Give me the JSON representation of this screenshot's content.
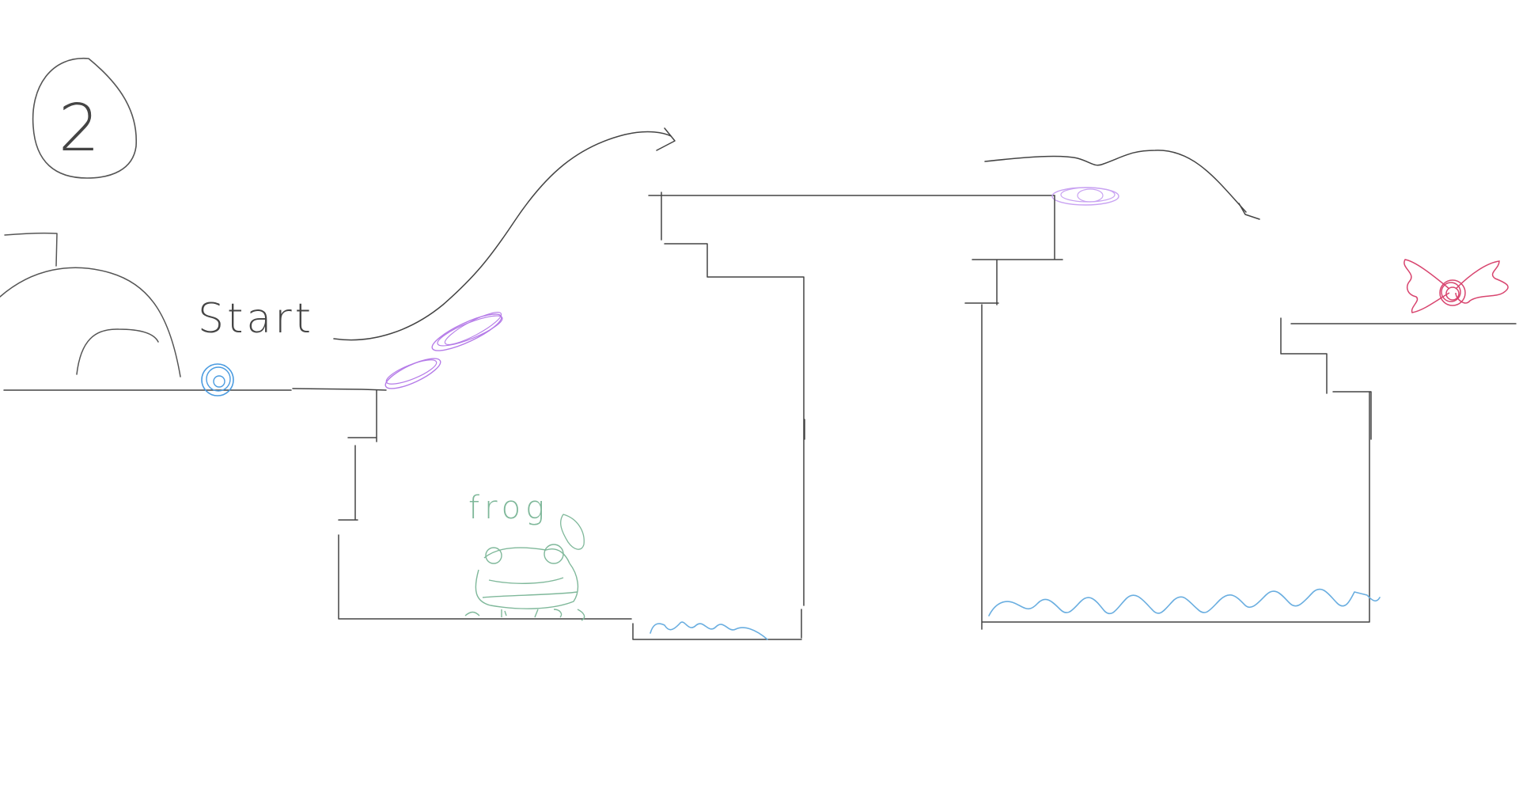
{
  "level": {
    "number": "2",
    "start_label": "Start",
    "enemy_label": "frog"
  },
  "colors": {
    "ink": "#555555",
    "structure": "#444444",
    "water": "#6aaee0",
    "platform_marker": "#b57be8",
    "player": "#4a9be0",
    "enemy": "#7fb89a",
    "goal": "#d8456f"
  },
  "icons": {
    "player": "blue-ball-icon",
    "enemy": "frog-icon",
    "goal": "pink-bow-icon",
    "cave": "cave-mound-icon"
  }
}
